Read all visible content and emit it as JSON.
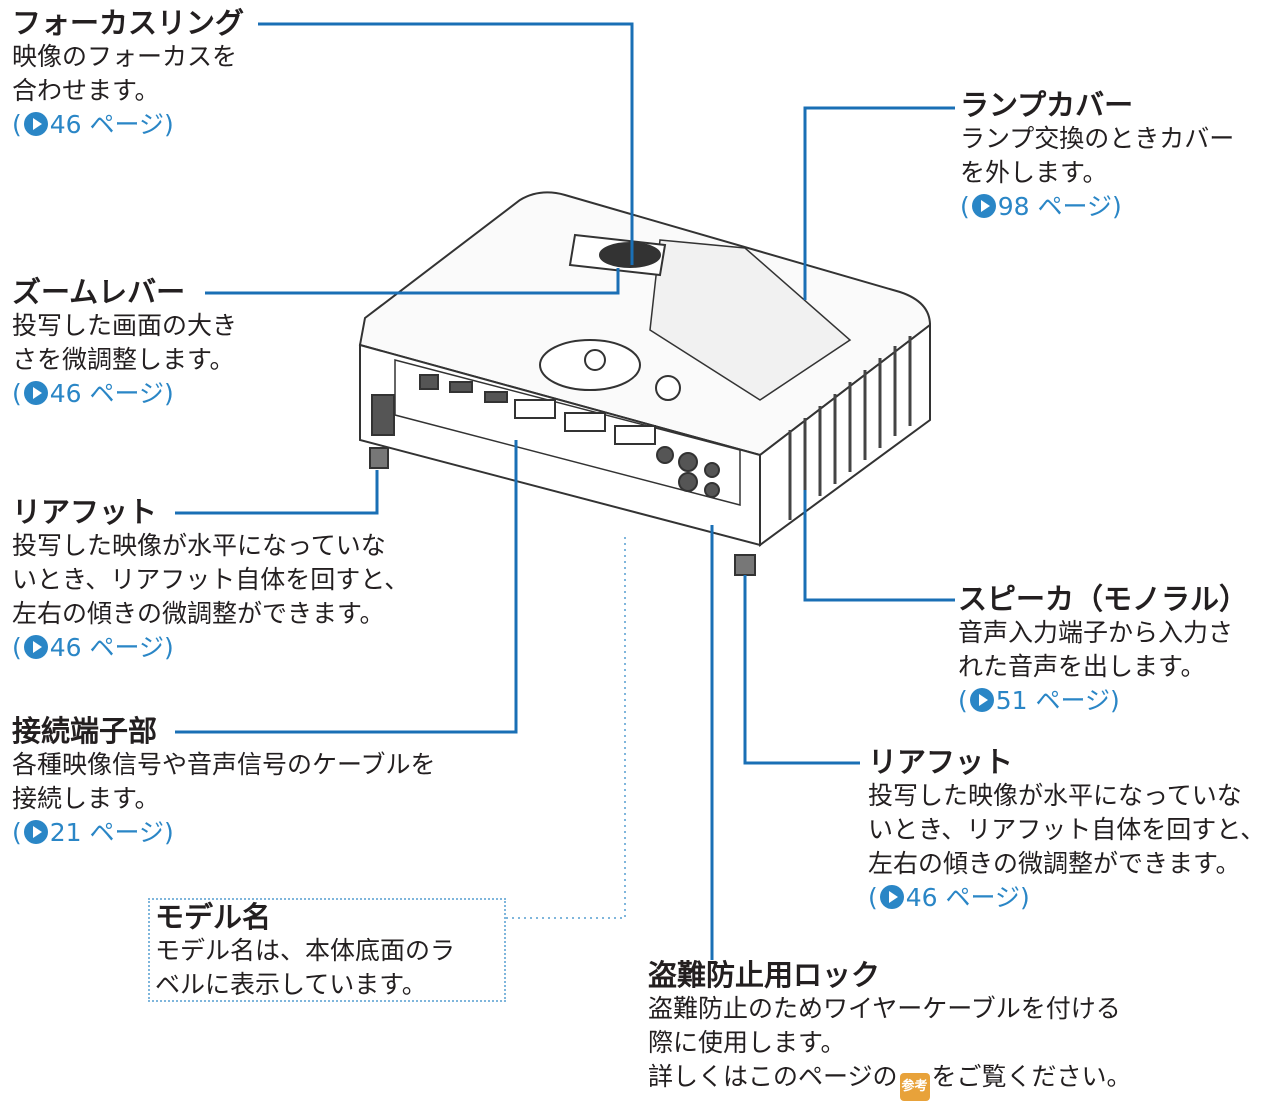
{
  "callouts": {
    "focus_ring": {
      "title": "フォーカスリング",
      "lines": [
        "映像のフォーカスを",
        "合わせます。"
      ],
      "ref_open": "(",
      "ref_page": "46",
      "ref_suffix": " ページ)"
    },
    "zoom_lever": {
      "title": "ズームレバー",
      "lines": [
        "投写した画面の大き",
        "さを微調整します。"
      ],
      "ref_open": "(",
      "ref_page": "46",
      "ref_suffix": " ページ)"
    },
    "rear_foot_left": {
      "title": "リアフット",
      "lines": [
        "投写した映像が水平になっていな",
        "いとき、リアフット自体を回すと、",
        "左右の傾きの微調整ができます。"
      ],
      "ref_open": "(",
      "ref_page": "46",
      "ref_suffix": " ページ)"
    },
    "terminals": {
      "title": "接続端子部",
      "lines": [
        "各種映像信号や音声信号のケーブルを",
        "接続します。"
      ],
      "ref_open": "(",
      "ref_page": "21",
      "ref_suffix": " ページ)"
    },
    "model_name": {
      "title": "モデル名",
      "lines": [
        "モデル名は、本体底面のラ",
        "ベルに表示しています。"
      ]
    },
    "lamp_cover": {
      "title": "ランプカバー",
      "lines": [
        "ランプ交換のときカバー",
        "を外します。"
      ],
      "ref_open": "(",
      "ref_page": "98",
      "ref_suffix": " ページ)"
    },
    "speaker": {
      "title": "スピーカ（モノラル）",
      "lines": [
        "音声入力端子から入力さ",
        "れた音声を出します。"
      ],
      "ref_open": "(",
      "ref_page": "51",
      "ref_suffix": " ページ)"
    },
    "rear_foot_right": {
      "title": "リアフット",
      "lines": [
        "投写した映像が水平になっていな",
        "いとき、リアフット自体を回すと、",
        "左右の傾きの微調整ができます。"
      ],
      "ref_open": "(",
      "ref_page": "46",
      "ref_suffix": " ページ)"
    },
    "theft_lock": {
      "title": "盗難防止用ロック",
      "lines": [
        "盗難防止のためワイヤーケーブルを付ける",
        "際に使用します。"
      ],
      "last_pre": "詳しくはこのページの",
      "last_icon": "参考",
      "last_post": "をご覧ください。"
    }
  },
  "colors": {
    "leader": "#1a6fb5",
    "ref_text": "#2a86c6",
    "dotted": "#7fb6dc",
    "note_icon": "#e8a23a"
  }
}
